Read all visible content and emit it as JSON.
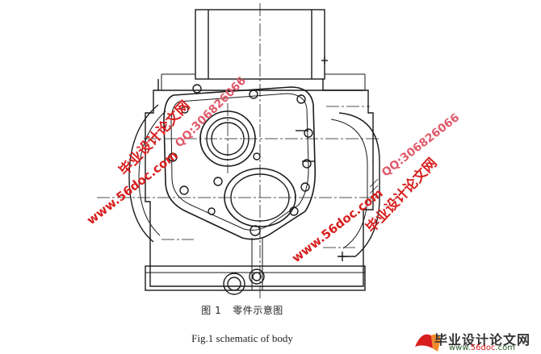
{
  "figure": {
    "caption_cn_label": "图 1",
    "caption_cn_text": "零件示意图",
    "caption_en": "Fig.1 schematic of body"
  },
  "watermarks": {
    "site_name": "毕业设计论文网",
    "site_url": "www.56doc.com",
    "qq": "QQ:306826066"
  },
  "corner_logo": {
    "name": "毕业设计论文网",
    "url_prefix": "www.",
    "url_highlight": "56doc",
    "url_suffix": ".com"
  },
  "colors": {
    "line": "#1a1a1a",
    "watermark_red": "#d81e1e",
    "watermark_pink": "#e05a6a"
  }
}
